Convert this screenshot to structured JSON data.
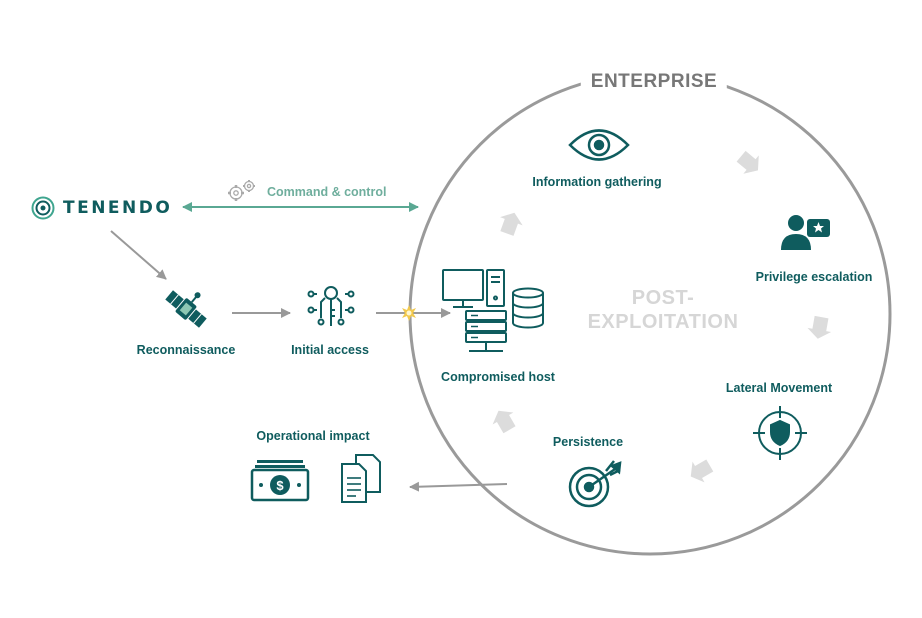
{
  "brand": {
    "name": "TENENDO"
  },
  "enterprise_title": "ENTERPRISE",
  "center_text": [
    "POST-",
    "EXPLOITATION"
  ],
  "command_control": "Command & control",
  "stages": {
    "reconnaissance": "Reconnaissance",
    "initial_access": "Initial access",
    "compromised_host": "Compromised host",
    "information_gathering": "Information gathering",
    "privilege_escalation": "Privilege escalation",
    "lateral_movement": "Lateral Movement",
    "persistence": "Persistence",
    "operational_impact": "Operational impact"
  },
  "icons": [
    "logo-icon",
    "gear-icon",
    "satellite-icon",
    "key-circuit-icon",
    "spark-icon",
    "computer-icon",
    "server-icon",
    "database-icon",
    "eye-icon",
    "user-star-icon",
    "target-shield-icon",
    "bullseye-icon",
    "money-icon",
    "documents-icon"
  ],
  "colors": {
    "teal": "#0f5c5e",
    "light_teal": "#6fae9d",
    "gray": "#999999",
    "light_gray": "#d6d6d6",
    "circle": "#9a9a9a"
  }
}
